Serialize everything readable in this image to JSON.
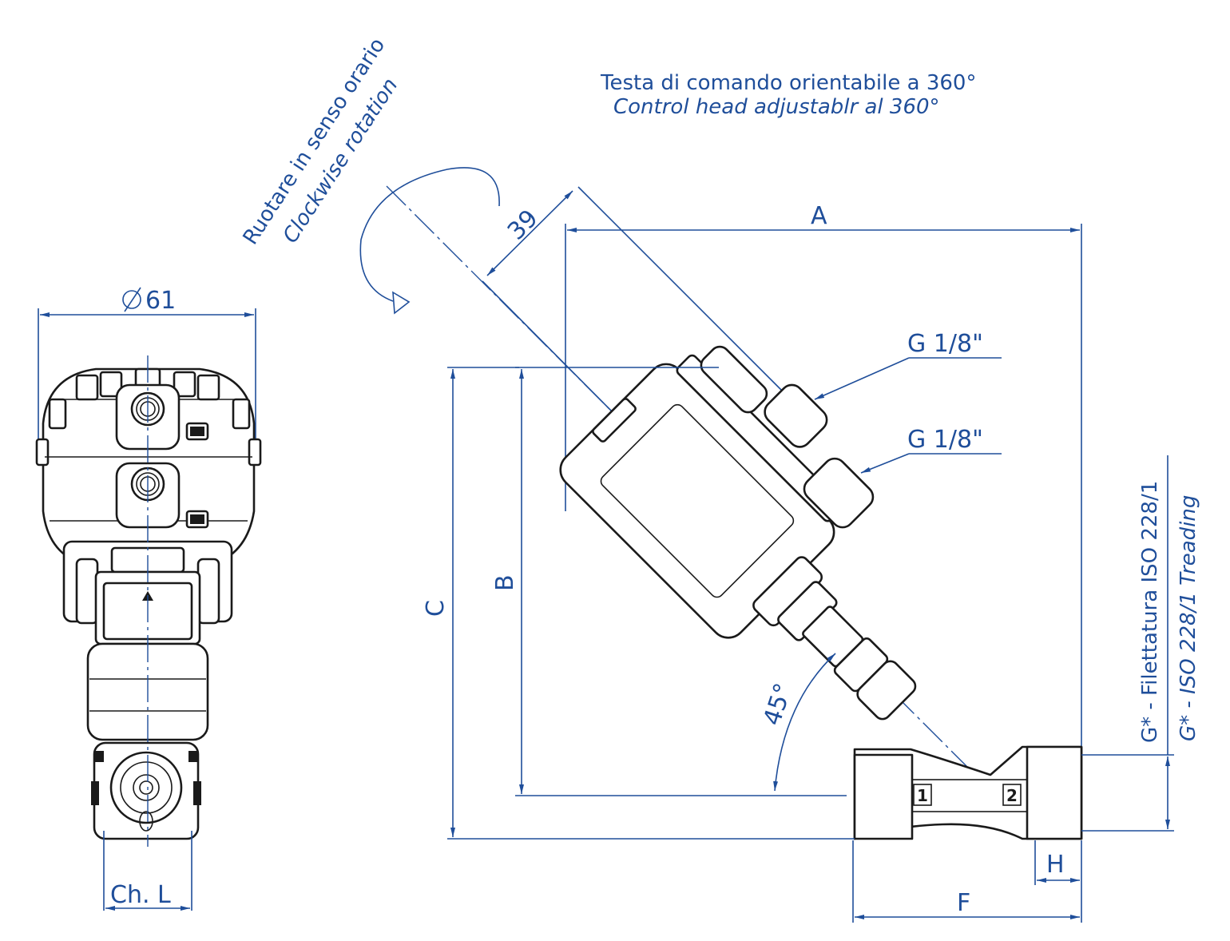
{
  "dimensions": {
    "diameter": "61",
    "wrench": "Ch. L",
    "A": "A",
    "B": "B",
    "C": "C",
    "F": "F",
    "H": "H",
    "offset": "39",
    "angle": "45°"
  },
  "notes": {
    "head_it": "Testa di comando orientabile a 360°",
    "head_en": "Control head adjustablr al 360°",
    "rotate_it": "Ruotare in senso orario",
    "rotate_en": "Clockwise rotation",
    "thread_it": "G* - Filettatura ISO 228/1",
    "thread_en": "G* - ISO 228/1 Treading"
  },
  "ports": {
    "pilot_upper": "G 1/8\"",
    "pilot_lower": "G 1/8\"",
    "inlet": "1",
    "outlet": "2"
  },
  "colors": {
    "annotation": "#1f4e9a",
    "outline": "#1a1a1a"
  }
}
